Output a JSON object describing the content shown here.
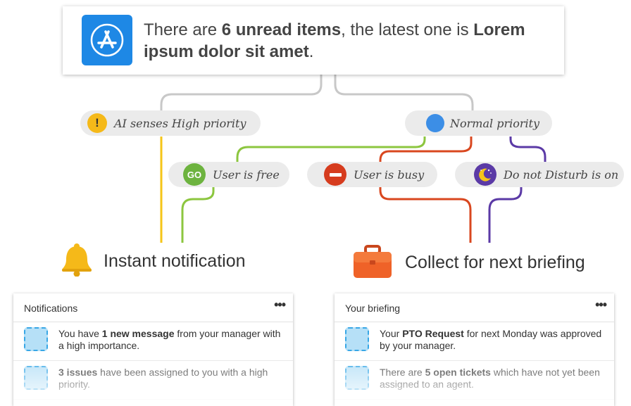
{
  "header": {
    "parts": [
      "There are ",
      "6 unread items",
      ", the latest one is ",
      "Lorem ipsum dolor sit amet",
      "."
    ]
  },
  "priorities": {
    "high": {
      "label": "AI senses High priority",
      "icon": "warning-icon",
      "icon_text": "!",
      "color": "#f5b919"
    },
    "normal": {
      "label": "Normal priority",
      "icon": "blue-dot-icon",
      "color": "#3c8ee6"
    }
  },
  "states": {
    "free": {
      "label": "User is free",
      "icon_text": "GO",
      "color": "#6db33f"
    },
    "busy": {
      "label": "User is busy",
      "icon": "no-entry-icon",
      "color": "#d63c1e"
    },
    "dnd": {
      "label": "Do not Disturb is on",
      "icon": "moon-icon",
      "color": "#5b3aa6"
    }
  },
  "outcomes": {
    "instant": {
      "label": "Instant notification",
      "icon": "bell-icon"
    },
    "collect": {
      "label": "Collect for next briefing",
      "icon": "briefcase-icon"
    }
  },
  "panels": {
    "notifications": {
      "title": "Notifications",
      "more": "•••",
      "rows": [
        {
          "parts": [
            "You have ",
            "1 new message",
            " from your manager with a high importance."
          ]
        },
        {
          "parts": [
            "",
            "3 issues",
            " have been assigned to you with a high priority."
          ]
        }
      ]
    },
    "briefing": {
      "title": "Your briefing",
      "more": "•••",
      "rows": [
        {
          "parts": [
            "Your ",
            "PTO Request",
            " for next Monday was approved by your manager."
          ]
        },
        {
          "parts": [
            "There are ",
            "5 open tickets",
            " which have not yet been assigned to an agent."
          ]
        }
      ]
    }
  },
  "colors": {
    "grey_line": "#c8c8c8",
    "yellow_line": "#f5c518",
    "green_line": "#8cc63f",
    "red_line": "#d9471f",
    "purple_line": "#5b3aa6"
  }
}
